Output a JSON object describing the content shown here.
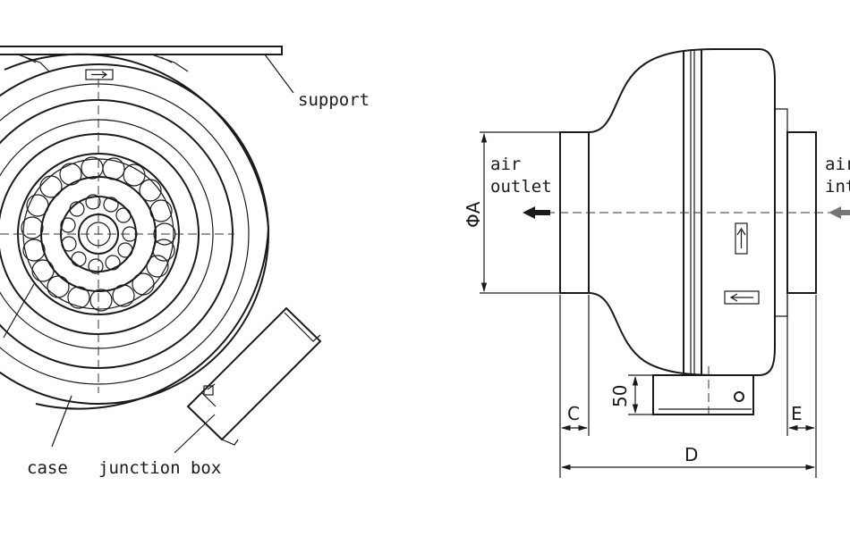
{
  "front_view": {
    "labels": {
      "support": "support",
      "case": "case",
      "junction_box": "junction box"
    }
  },
  "side_view": {
    "labels": {
      "air_outlet_line1": "air",
      "air_outlet_line2": "outlet",
      "air_inlet_line1": "air",
      "air_inlet_line2": "int"
    },
    "dimensions": {
      "diameter": "ΦA",
      "height_50": "50",
      "c": "C",
      "d": "D",
      "e": "E"
    }
  }
}
